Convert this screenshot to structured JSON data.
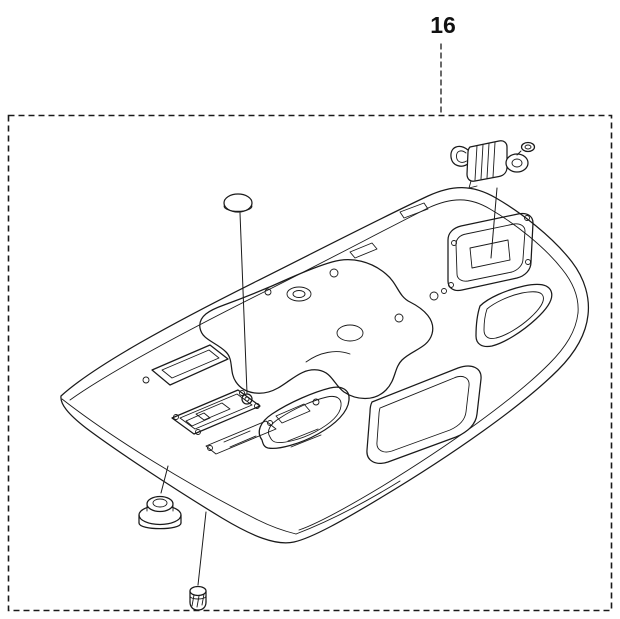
{
  "diagram": {
    "callout_number": "16",
    "colors": {
      "line": "#1a1a1a",
      "background": "#ffffff"
    },
    "parts": [
      {
        "name": "main-cover-body"
      },
      {
        "name": "sealing-cap"
      },
      {
        "name": "sensor-assembly"
      },
      {
        "name": "rubber-grommet"
      },
      {
        "name": "screw-plug"
      }
    ]
  }
}
